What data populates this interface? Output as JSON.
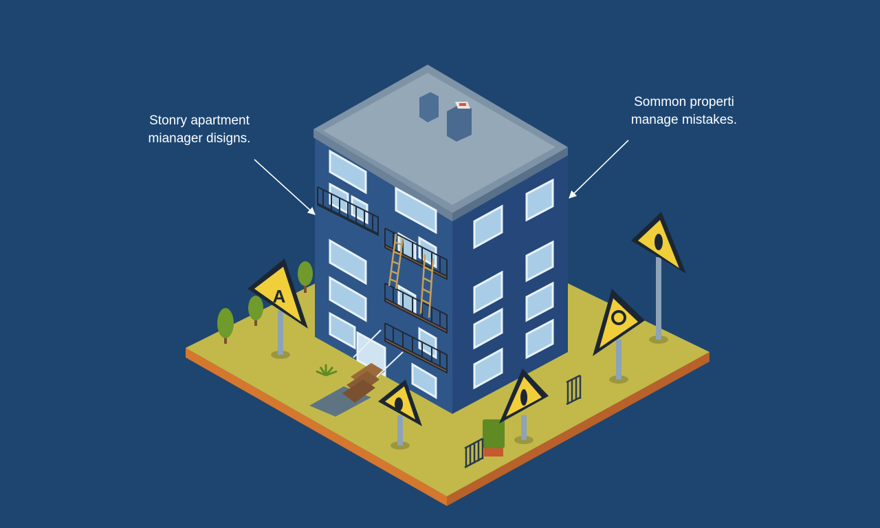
{
  "callouts": {
    "left": {
      "line1": "Stonry apartment",
      "line2": "mianager disigns."
    },
    "right": {
      "line1": "Sommon properti",
      "line2": "manage mistakes."
    }
  },
  "colors": {
    "background": "#1d4570",
    "ground_top": "#c2b94a",
    "ground_edge": "#d5772e",
    "building_front": "#2f5688",
    "building_side": "#25477a",
    "roof": "#8c9eae",
    "window": "#a9cde6",
    "sign_yellow": "#f1cf3a",
    "sign_border": "#1c2633",
    "tree": "#6f9a2c"
  },
  "icons": {
    "warning_sign": "warning-triangle-icon",
    "tree": "tree-icon",
    "fence": "fence-icon",
    "ladder": "fire-escape-ladder-icon"
  }
}
